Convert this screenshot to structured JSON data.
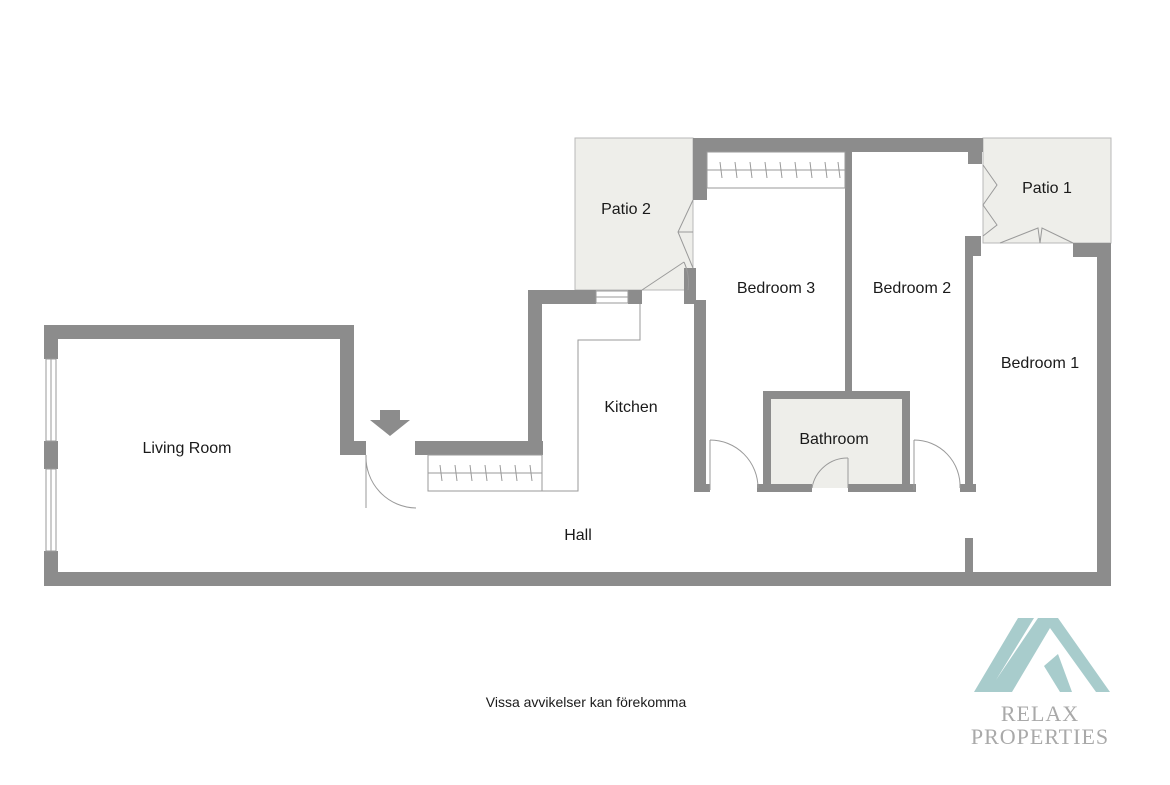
{
  "rooms": {
    "living_room": "Living Room",
    "kitchen": "Kitchen",
    "hall": "Hall",
    "bedroom_1": "Bedroom 1",
    "bedroom_2": "Bedroom 2",
    "bedroom_3": "Bedroom 3",
    "bathroom": "Bathroom",
    "patio_1": "Patio 1",
    "patio_2": "Patio 2"
  },
  "disclaimer": "Vissa avvikelser kan förekomma",
  "logo": {
    "line1": "RELAX",
    "line2": "PROPERTIES",
    "icon": "mountain-logo-icon",
    "color": "#a8cccc"
  },
  "colors": {
    "wall": "#8c8c8c",
    "patio_fill": "#eeeeea",
    "bathroom_fill": "#eeeeea"
  }
}
